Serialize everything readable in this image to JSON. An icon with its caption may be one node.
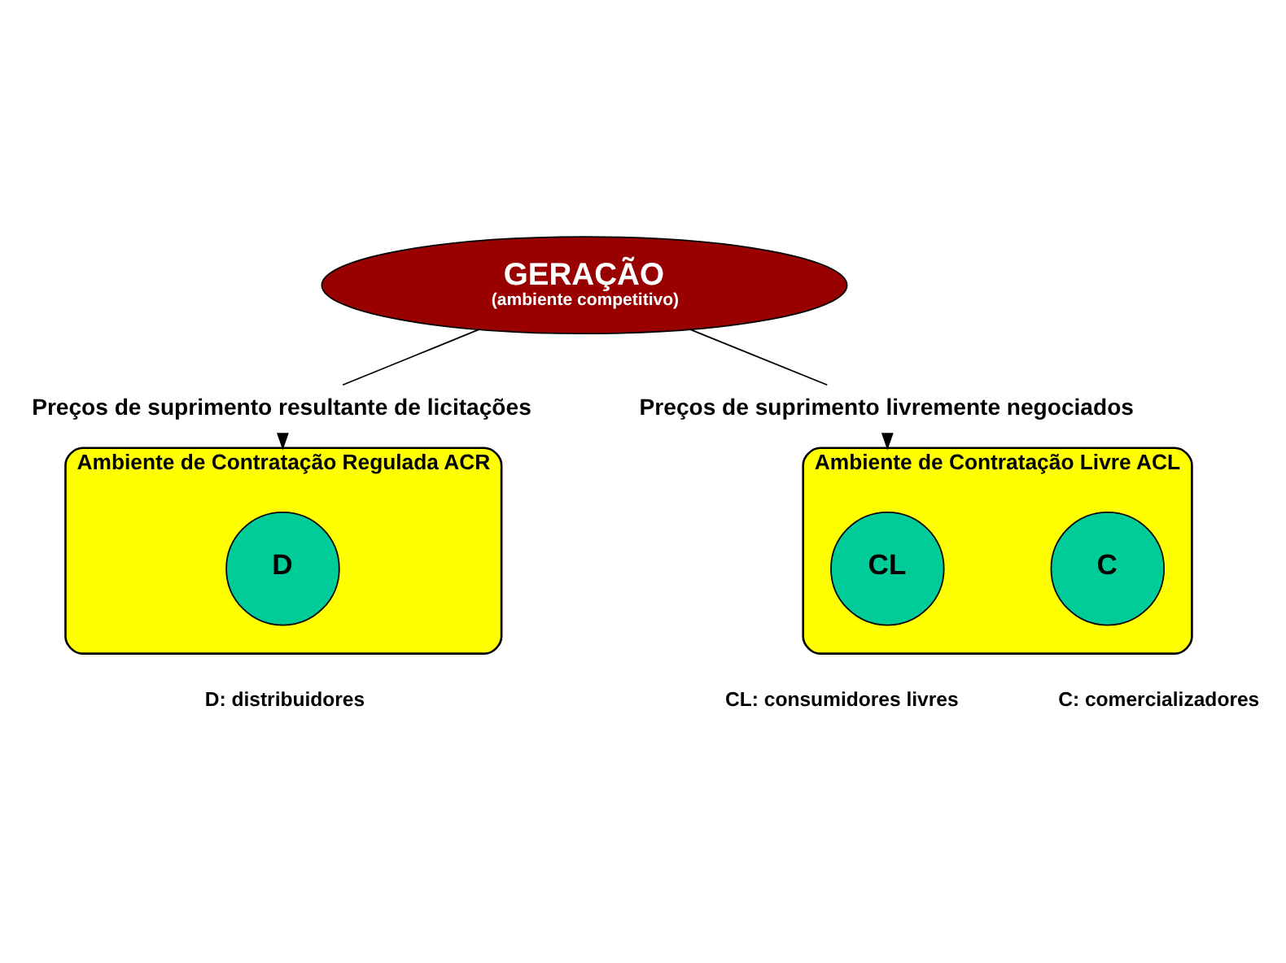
{
  "diagram": {
    "nodes": [
      {
        "text": [
          "GERAÇÃO",
          "(ambiente competitivo)"
        ]
      },
      {
        "text": [
          "Preços de suprimento resultante de licitações"
        ]
      },
      {
        "text": [
          "Preços de suprimento livremente negociados"
        ]
      },
      {
        "text": [
          "Ambiente de Contratação Regulada ACR"
        ]
      },
      {
        "text": [
          "D"
        ],
        "in": 3
      },
      {
        "text": [
          "Ambiente de Contratação Livre ACL"
        ]
      },
      {
        "text": [
          "CL"
        ],
        "in": 5
      },
      {
        "text": [
          "C"
        ],
        "in": 5
      }
    ],
    "edges": [
      {
        "from": 0,
        "to": 1,
        "arrow": "none"
      },
      {
        "from": 0,
        "to": 2,
        "arrow": "none"
      },
      {
        "from": 1,
        "to": 3,
        "arrow": "to"
      },
      {
        "from": 2,
        "to": 5,
        "arrow": "to"
      }
    ],
    "labels": [
      "D: distribuidores",
      "CL: consumidores livres",
      "C: comercializadores"
    ]
  }
}
